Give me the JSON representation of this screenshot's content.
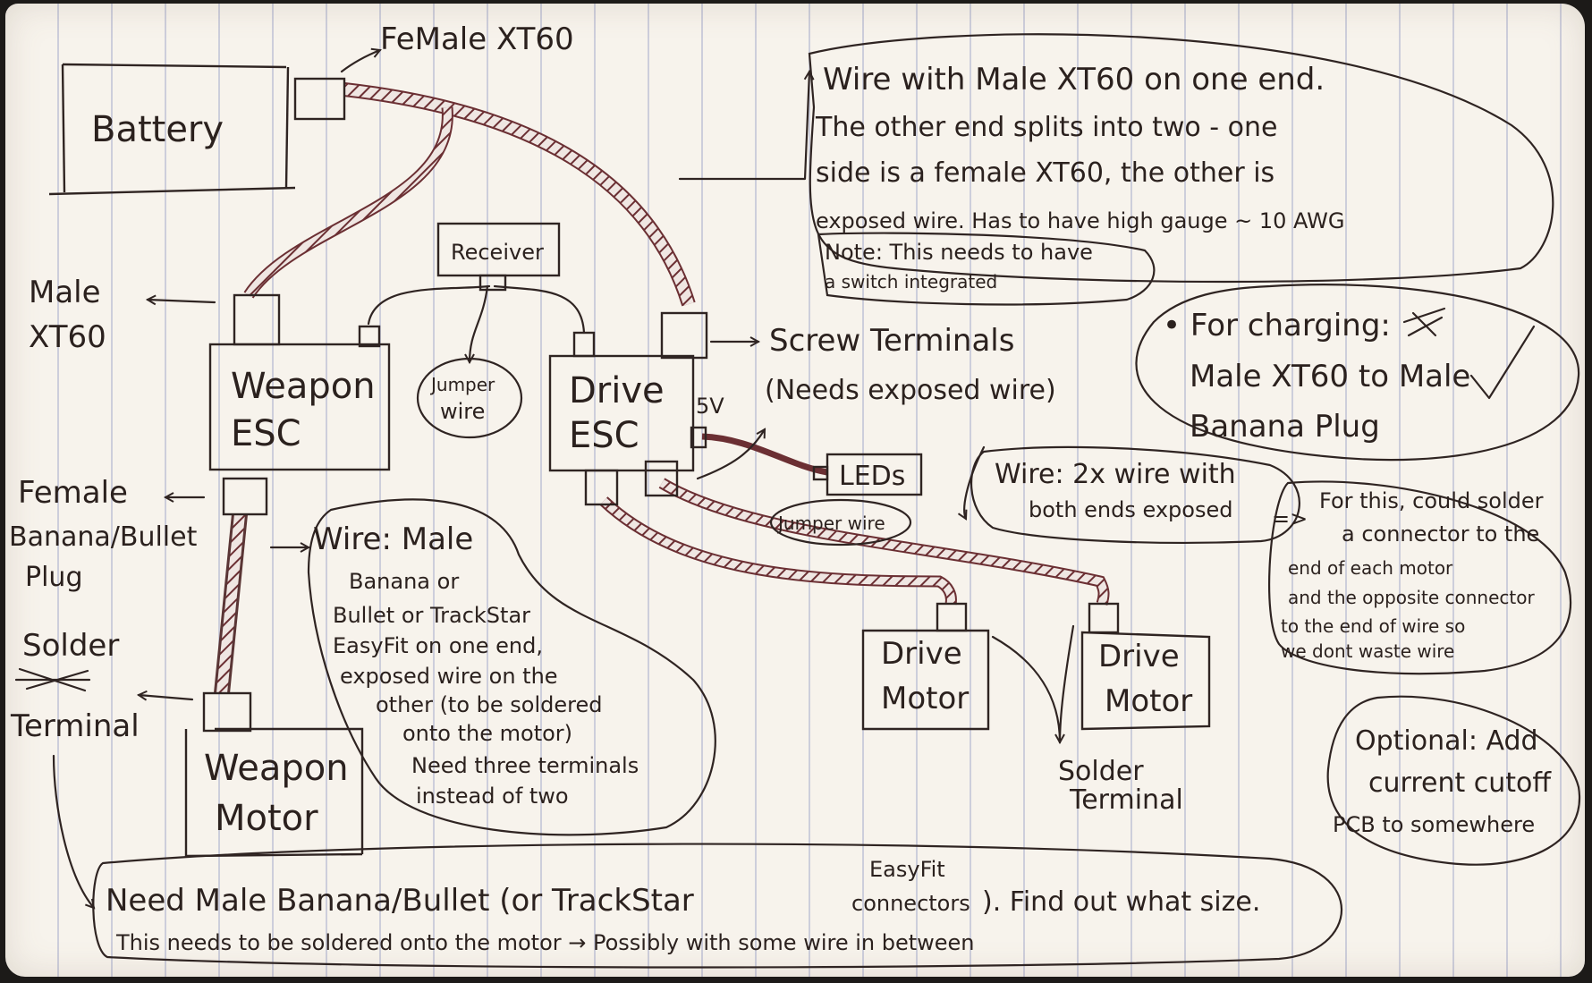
{
  "colors": {
    "paper": "#f7f3ec",
    "ink": "#2f2422",
    "wire": "#6b2f33"
  },
  "components": {
    "battery": "Battery",
    "receiver": "Receiver",
    "weapon_esc": [
      "Weapon",
      "ESC"
    ],
    "drive_esc": [
      "Drive",
      "ESC"
    ],
    "weapon_motor": [
      "Weapon",
      "Motor"
    ],
    "drive_motor_1": [
      "Drive",
      "Motor"
    ],
    "drive_motor_2": [
      "Drive",
      "Motor"
    ],
    "leds": "LEDs"
  },
  "labels": {
    "female_xt60": "FeMale XT60",
    "male_xt60": [
      "Male",
      "XT60"
    ],
    "female_banana": [
      "Female",
      "Banana/Bullet",
      "Plug"
    ],
    "solder_terminal_left": [
      "Solder",
      "Terminal"
    ],
    "jumper_wire": [
      "Jumper",
      "wire"
    ],
    "five_v": "5V",
    "jumper_wire_led": "Jumper wire",
    "screw_terminals": [
      "Screw Terminals",
      "(Needs exposed wire)"
    ],
    "solder_terminal_right": [
      "Solder",
      "Terminal"
    ]
  },
  "notes": {
    "main_wire": [
      "Wire with Male XT60 on one end.",
      "The other end splits into two - one",
      "side is a female XT60, the other is",
      "exposed wire. Has to have high gauge ~ 10 AWG"
    ],
    "switch_note": [
      "Note: This needs to have",
      "a switch integrated"
    ],
    "charging": [
      "• For charging:",
      "Male XT60 to Male",
      "Banana Plug"
    ],
    "drive_wire": [
      "Wire: 2x wire with",
      "both ends exposed",
      "=>"
    ],
    "solder_tip": [
      "For this, could solder",
      "a connector to the",
      "end of each motor",
      "and the opposite connector",
      "to the end of wire so",
      "we dont waste wire"
    ],
    "weapon_wire": [
      "Wire: Male",
      "Banana or",
      "Bullet or TrackStar",
      "EasyFit on one end,",
      "exposed wire on the",
      "other (to be soldered",
      "onto the motor)",
      "Need three terminals",
      "instead of two"
    ],
    "optional": [
      "Optional: Add",
      "current cutoff",
      "PCB to somewhere"
    ],
    "bottom": {
      "line1": "Need Male Banana/Bullet (or TrackStar",
      "easyfit": [
        "EasyFit",
        "connectors"
      ],
      "line1b": "). Find out what size.",
      "line2": "This needs to be soldered onto the motor → Possibly with some wire in between"
    }
  }
}
